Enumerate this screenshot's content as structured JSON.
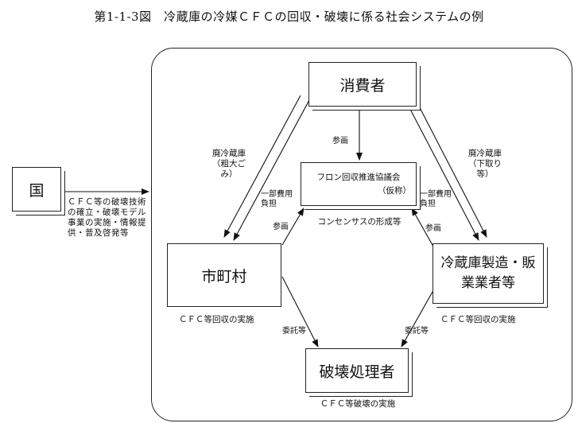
{
  "title": "第1-1-3図　冷蔵庫の冷媒ＣＦＣの回収・破壊に係る社会システムの例",
  "nodes": {
    "kuni": "国",
    "shohisha": "消費者",
    "shichoson": "市町村",
    "maker": "冷蔵庫製造・販業業者等",
    "hakai": "破壊処理者",
    "kyogikai_line1": "フロン回収推進協議会",
    "kyogikai_line2": "（仮称）"
  },
  "labels": {
    "kuni_role": "ＣＦＣ等の破壊技術の確立・破壊モデル事業の実施・情報提供・普及啓発等",
    "haireizoko_left": "廃冷蔵庫（粗大ごみ）",
    "haireizoko_right": "廃冷蔵庫（下取り等）",
    "sankaku_top": "参画",
    "sankaku_left": "参画",
    "sankaku_right": "参画",
    "futan_left": "一部費用負担",
    "futan_right": "一部費用負担",
    "consensus": "コンセンサスの形成等",
    "kaishu_left": "ＣＦＣ等回収の実施",
    "kaishu_right": "ＣＦＣ等回収の実施",
    "itaku_left": "委託等",
    "itaku_right": "委託等",
    "hakai_jisshi": "ＣＦＣ等破壊の実施"
  }
}
